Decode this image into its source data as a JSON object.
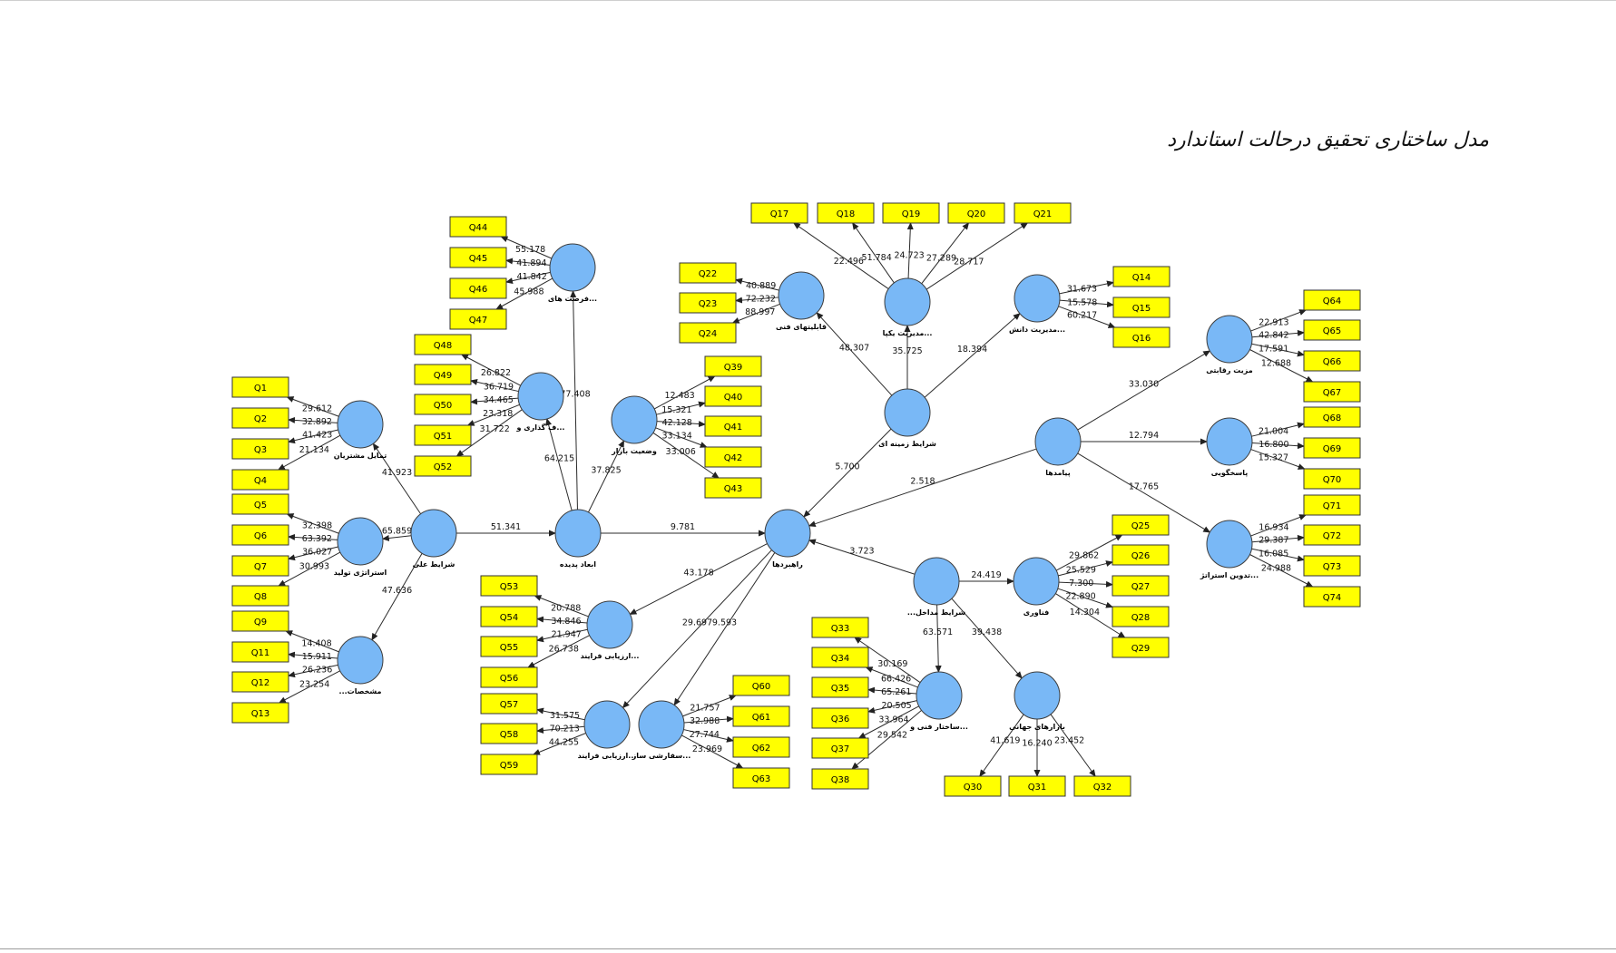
{
  "title": "مدل ساختاری تحقیق درحالت استاندارد",
  "colors": {
    "indicator_fill": "#ffff00",
    "construct_fill": "#79b8f6"
  },
  "constructs": [
    {
      "id": "C1",
      "label": "تمایل مشتریان"
    },
    {
      "id": "C2",
      "label": "استراتژی تولید"
    },
    {
      "id": "C3",
      "label": "مشخصات..."
    },
    {
      "id": "C4",
      "label": "شرایط علی"
    },
    {
      "id": "C5",
      "label": "ابعاد پدیده"
    },
    {
      "id": "C6",
      "label": "...ف گذاری و"
    },
    {
      "id": "C7",
      "label": "...فرصت های"
    },
    {
      "id": "C8",
      "label": "وضعیت بازار"
    },
    {
      "id": "C9",
      "label": "قابلیتهای فنی"
    },
    {
      "id": "C10",
      "label": "...مدیریت یکپا"
    },
    {
      "id": "C11",
      "label": "...مدیریت دانش"
    },
    {
      "id": "C12",
      "label": "شرایط زمینه ای"
    },
    {
      "id": "C13",
      "label": "راهبردها"
    },
    {
      "id": "C14",
      "label": "پیامدها"
    },
    {
      "id": "C15",
      "label": "مزیت رقابتی"
    },
    {
      "id": "C16",
      "label": "پاسخگویی"
    },
    {
      "id": "C17",
      "label": "...تدوین استراتژ"
    },
    {
      "id": "C18",
      "label": "...ارزیابی فرایند"
    },
    {
      "id": "C19",
      "label": "...ارزیابی فرایند"
    },
    {
      "id": "C20",
      "label": "...سفارشی ساز"
    },
    {
      "id": "C21",
      "label": "شرایط مداخل..."
    },
    {
      "id": "C22",
      "label": "فناوری"
    },
    {
      "id": "C23",
      "label": "...ساختار فنی و"
    },
    {
      "id": "C24",
      "label": "بازارهای جهانی"
    }
  ],
  "indicators": [
    "Q1",
    "Q2",
    "Q3",
    "Q4",
    "Q5",
    "Q6",
    "Q7",
    "Q8",
    "Q9",
    "Q11",
    "Q12",
    "Q13",
    "Q14",
    "Q15",
    "Q16",
    "Q17",
    "Q18",
    "Q19",
    "Q20",
    "Q21",
    "Q22",
    "Q23",
    "Q24",
    "Q25",
    "Q26",
    "Q27",
    "Q28",
    "Q29",
    "Q30",
    "Q31",
    "Q32",
    "Q33",
    "Q34",
    "Q35",
    "Q36",
    "Q37",
    "Q38",
    "Q39",
    "Q40",
    "Q41",
    "Q42",
    "Q43",
    "Q44",
    "Q45",
    "Q46",
    "Q47",
    "Q48",
    "Q49",
    "Q50",
    "Q51",
    "Q52",
    "Q53",
    "Q54",
    "Q55",
    "Q56",
    "Q57",
    "Q58",
    "Q59",
    "Q60",
    "Q61",
    "Q62",
    "Q63",
    "Q64",
    "Q65",
    "Q66",
    "Q67",
    "Q68",
    "Q69",
    "Q70",
    "Q71",
    "Q72",
    "Q73",
    "Q74"
  ],
  "paths": [
    {
      "from": "C4",
      "to": "C1",
      "value": "41.923"
    },
    {
      "from": "C4",
      "to": "C2",
      "value": "65.859"
    },
    {
      "from": "C4",
      "to": "C3",
      "value": "47.636"
    },
    {
      "from": "C4",
      "to": "C5",
      "value": "51.341"
    },
    {
      "from": "C5",
      "to": "C6",
      "value": "64.215"
    },
    {
      "from": "C5",
      "to": "C7",
      "value": "77.408"
    },
    {
      "from": "C5",
      "to": "C8",
      "value": "37.825"
    },
    {
      "from": "C5",
      "to": "C13",
      "value": "9.781"
    },
    {
      "from": "C12",
      "to": "C9",
      "value": "48.307"
    },
    {
      "from": "C12",
      "to": "C10",
      "value": "35.725"
    },
    {
      "from": "C12",
      "to": "C11",
      "value": "18.394"
    },
    {
      "from": "C12",
      "to": "C13",
      "value": "5.700"
    },
    {
      "from": "C14",
      "to": "C13",
      "value": "2.518"
    },
    {
      "from": "C14",
      "to": "C15",
      "value": "33.030"
    },
    {
      "from": "C14",
      "to": "C16",
      "value": "12.794"
    },
    {
      "from": "C14",
      "to": "C17",
      "value": "17.765"
    },
    {
      "from": "C13",
      "to": "C18",
      "value": "43.178"
    },
    {
      "from": "C13",
      "to": "C19",
      "value": "29.697"
    },
    {
      "from": "C13",
      "to": "C20",
      "value": "9.593"
    },
    {
      "from": "C21",
      "to": "C13",
      "value": "3.723"
    },
    {
      "from": "C21",
      "to": "C22",
      "value": "24.419"
    },
    {
      "from": "C21",
      "to": "C23",
      "value": "63.571"
    },
    {
      "from": "C21",
      "to": "C24",
      "value": "39.438"
    }
  ],
  "loadings": [
    {
      "from": "C1",
      "to": "Q1",
      "value": "29.612"
    },
    {
      "from": "C1",
      "to": "Q2",
      "value": "32.892"
    },
    {
      "from": "C1",
      "to": "Q3",
      "value": "41.423"
    },
    {
      "from": "C1",
      "to": "Q4",
      "value": "21.134"
    },
    {
      "from": "C2",
      "to": "Q5",
      "value": "32.398"
    },
    {
      "from": "C2",
      "to": "Q6",
      "value": "63.392"
    },
    {
      "from": "C2",
      "to": "Q7",
      "value": "36.027"
    },
    {
      "from": "C2",
      "to": "Q8",
      "value": "30.993"
    },
    {
      "from": "C3",
      "to": "Q9",
      "value": "14.408"
    },
    {
      "from": "C3",
      "to": "Q11",
      "value": "15.911"
    },
    {
      "from": "C3",
      "to": "Q12",
      "value": "26.236"
    },
    {
      "from": "C3",
      "to": "Q13",
      "value": "23.254"
    },
    {
      "from": "C7",
      "to": "Q44",
      "value": "55.178"
    },
    {
      "from": "C7",
      "to": "Q45",
      "value": "41.894"
    },
    {
      "from": "C7",
      "to": "Q46",
      "value": "41.842"
    },
    {
      "from": "C7",
      "to": "Q47",
      "value": "45.988"
    },
    {
      "from": "C6",
      "to": "Q48",
      "value": "26.822"
    },
    {
      "from": "C6",
      "to": "Q49",
      "value": "36.719"
    },
    {
      "from": "C6",
      "to": "Q50",
      "value": "34.465"
    },
    {
      "from": "C6",
      "to": "Q51",
      "value": "23.318"
    },
    {
      "from": "C6",
      "to": "Q52",
      "value": "31.722"
    },
    {
      "from": "C8",
      "to": "Q39",
      "value": "12.483"
    },
    {
      "from": "C8",
      "to": "Q40",
      "value": "15.321"
    },
    {
      "from": "C8",
      "to": "Q41",
      "value": "42.128"
    },
    {
      "from": "C8",
      "to": "Q42",
      "value": "33.134"
    },
    {
      "from": "C8",
      "to": "Q43",
      "value": "33.006"
    },
    {
      "from": "C9",
      "to": "Q22",
      "value": "40.889"
    },
    {
      "from": "C9",
      "to": "Q23",
      "value": "72.232"
    },
    {
      "from": "C9",
      "to": "Q24",
      "value": "88.997"
    },
    {
      "from": "C10",
      "to": "Q17",
      "value": "22.496"
    },
    {
      "from": "C10",
      "to": "Q18",
      "value": "51.784"
    },
    {
      "from": "C10",
      "to": "Q19",
      "value": "24.723"
    },
    {
      "from": "C10",
      "to": "Q20",
      "value": "27.289"
    },
    {
      "from": "C10",
      "to": "Q21",
      "value": "28.717"
    },
    {
      "from": "C11",
      "to": "Q14",
      "value": "31.673"
    },
    {
      "from": "C11",
      "to": "Q15",
      "value": "15.578"
    },
    {
      "from": "C11",
      "to": "Q16",
      "value": "60.217"
    },
    {
      "from": "C15",
      "to": "Q64",
      "value": "22.913"
    },
    {
      "from": "C15",
      "to": "Q65",
      "value": "42.842"
    },
    {
      "from": "C15",
      "to": "Q66",
      "value": "17.591"
    },
    {
      "from": "C15",
      "to": "Q67",
      "value": "12.688"
    },
    {
      "from": "C16",
      "to": "Q68",
      "value": "21.004"
    },
    {
      "from": "C16",
      "to": "Q69",
      "value": "16.800"
    },
    {
      "from": "C16",
      "to": "Q70",
      "value": "15.327"
    },
    {
      "from": "C17",
      "to": "Q71",
      "value": "16.934"
    },
    {
      "from": "C17",
      "to": "Q72",
      "value": "29.387"
    },
    {
      "from": "C17",
      "to": "Q73",
      "value": "16.085"
    },
    {
      "from": "C17",
      "to": "Q74",
      "value": "24.988"
    },
    {
      "from": "C22",
      "to": "Q25",
      "value": "29.862"
    },
    {
      "from": "C22",
      "to": "Q26",
      "value": "25.529"
    },
    {
      "from": "C22",
      "to": "Q27",
      "value": "7.300"
    },
    {
      "from": "C22",
      "to": "Q28",
      "value": "22.890"
    },
    {
      "from": "C22",
      "to": "Q29",
      "value": "14.304"
    },
    {
      "from": "C24",
      "to": "Q30",
      "value": "41.619"
    },
    {
      "from": "C24",
      "to": "Q31",
      "value": "16.240"
    },
    {
      "from": "C24",
      "to": "Q32",
      "value": "23.452"
    },
    {
      "from": "C23",
      "to": "Q33",
      "value": "30.169"
    },
    {
      "from": "C23",
      "to": "Q34",
      "value": "66.426"
    },
    {
      "from": "C23",
      "to": "Q35",
      "value": "65.261"
    },
    {
      "from": "C23",
      "to": "Q36",
      "value": "20.505"
    },
    {
      "from": "C23",
      "to": "Q37",
      "value": "33.964"
    },
    {
      "from": "C23",
      "to": "Q38",
      "value": "29.542"
    },
    {
      "from": "C18",
      "to": "Q53",
      "value": "20.788"
    },
    {
      "from": "C18",
      "to": "Q54",
      "value": "34.846"
    },
    {
      "from": "C18",
      "to": "Q55",
      "value": "21.947"
    },
    {
      "from": "C18",
      "to": "Q56",
      "value": "26.738"
    },
    {
      "from": "C19",
      "to": "Q57",
      "value": "31.575"
    },
    {
      "from": "C19",
      "to": "Q58",
      "value": "70.213"
    },
    {
      "from": "C19",
      "to": "Q59",
      "value": "44.255"
    },
    {
      "from": "C20",
      "to": "Q60",
      "value": "21.757"
    },
    {
      "from": "C20",
      "to": "Q61",
      "value": "32.988"
    },
    {
      "from": "C20",
      "to": "Q62",
      "value": "27.744"
    },
    {
      "from": "C20",
      "to": "Q63",
      "value": "23.969"
    }
  ]
}
